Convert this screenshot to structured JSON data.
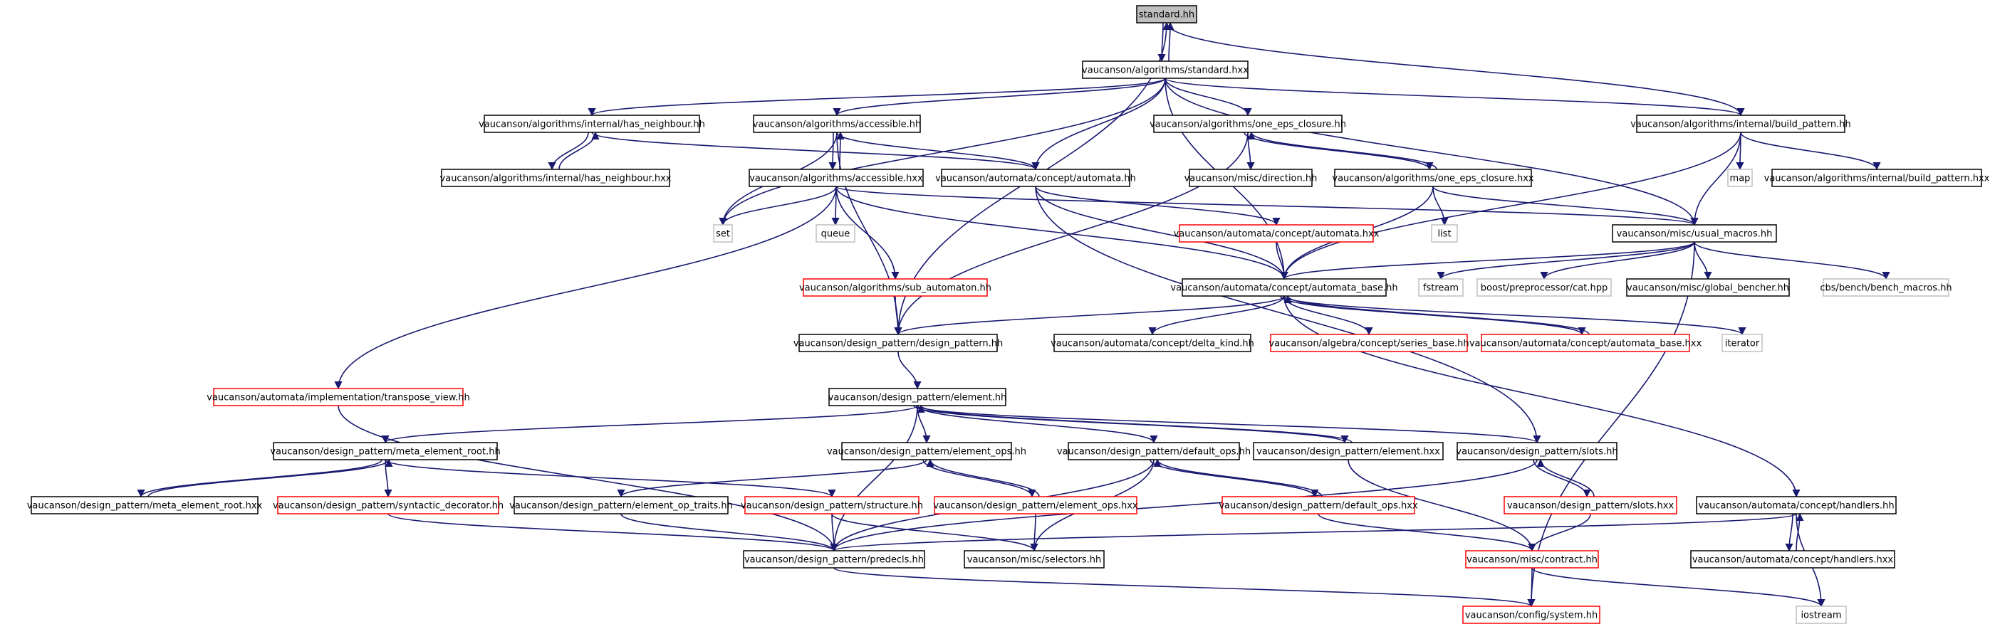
{
  "colors": {
    "edge": "#191970",
    "border_normal": "#000000",
    "border_red": "#ff0000",
    "border_external": "#bfbfbf",
    "fill_root": "#bfbfbf",
    "fill_node": "#ffffff"
  },
  "nodes": {
    "n0": {
      "label": "standard.hh",
      "style": "root"
    },
    "n1": {
      "label": "vaucanson/algorithms/standard.hxx",
      "style": "normal"
    },
    "n2": {
      "label": "vaucanson/algorithms/internal/has_neighbour.hh",
      "style": "normal"
    },
    "n3": {
      "label": "vaucanson/algorithms/internal/has_neighbour.hxx",
      "style": "normal"
    },
    "n4": {
      "label": "vaucanson/algorithms/accessible.hh",
      "style": "normal"
    },
    "n5": {
      "label": "vaucanson/algorithms/accessible.hxx",
      "style": "normal"
    },
    "n6": {
      "label": "vaucanson/automata/concept/automata.hh",
      "style": "normal"
    },
    "n7": {
      "label": "vaucanson/algorithms/one_eps_closure.hh",
      "style": "normal"
    },
    "n8": {
      "label": "vaucanson/algorithms/one_eps_closure.hxx",
      "style": "normal"
    },
    "n9": {
      "label": "vaucanson/misc/direction.hh",
      "style": "normal"
    },
    "n10": {
      "label": "vaucanson/algorithms/internal/build_pattern.hh",
      "style": "normal"
    },
    "n11": {
      "label": "map",
      "style": "external"
    },
    "n12": {
      "label": "vaucanson/algorithms/internal/build_pattern.hxx",
      "style": "normal"
    },
    "n13": {
      "label": "set",
      "style": "external"
    },
    "n14": {
      "label": "queue",
      "style": "external"
    },
    "n15": {
      "label": "vaucanson/automata/concept/automata.hxx",
      "style": "red"
    },
    "n16": {
      "label": "list",
      "style": "external"
    },
    "n17": {
      "label": "vaucanson/misc/usual_macros.hh",
      "style": "normal"
    },
    "n18": {
      "label": "vaucanson/algorithms/sub_automaton.hh",
      "style": "red"
    },
    "n19": {
      "label": "vaucanson/automata/concept/automata_base.hh",
      "style": "normal"
    },
    "n20": {
      "label": "fstream",
      "style": "external"
    },
    "n21": {
      "label": "boost/preprocessor/cat.hpp",
      "style": "external"
    },
    "n22": {
      "label": "vaucanson/misc/global_bencher.hh",
      "style": "normal"
    },
    "n23": {
      "label": "cbs/bench/bench_macros.hh",
      "style": "external"
    },
    "n24": {
      "label": "vaucanson/design_pattern/design_pattern.hh",
      "style": "normal"
    },
    "n25": {
      "label": "vaucanson/automata/concept/delta_kind.hh",
      "style": "normal"
    },
    "n26": {
      "label": "vaucanson/algebra/concept/series_base.hh",
      "style": "red"
    },
    "n27": {
      "label": "vaucanson/automata/concept/automata_base.hxx",
      "style": "red"
    },
    "n28": {
      "label": "iterator",
      "style": "external"
    },
    "n29": {
      "label": "vaucanson/automata/implementation/transpose_view.hh",
      "style": "red"
    },
    "n30": {
      "label": "vaucanson/design_pattern/element.hh",
      "style": "normal"
    },
    "n31": {
      "label": "vaucanson/design_pattern/meta_element_root.hh",
      "style": "normal"
    },
    "n32": {
      "label": "vaucanson/design_pattern/element_ops.hh",
      "style": "normal"
    },
    "n33": {
      "label": "vaucanson/design_pattern/default_ops.hh",
      "style": "normal"
    },
    "n34": {
      "label": "vaucanson/design_pattern/element.hxx",
      "style": "normal"
    },
    "n35": {
      "label": "vaucanson/design_pattern/slots.hh",
      "style": "normal"
    },
    "n36": {
      "label": "vaucanson/design_pattern/meta_element_root.hxx",
      "style": "normal"
    },
    "n37": {
      "label": "vaucanson/design_pattern/syntactic_decorator.hh",
      "style": "red"
    },
    "n38": {
      "label": "vaucanson/design_pattern/element_op_traits.hh",
      "style": "normal"
    },
    "n39": {
      "label": "vaucanson/design_pattern/structure.hh",
      "style": "red"
    },
    "n40": {
      "label": "vaucanson/design_pattern/element_ops.hxx",
      "style": "red"
    },
    "n41": {
      "label": "vaucanson/design_pattern/default_ops.hxx",
      "style": "red"
    },
    "n42": {
      "label": "vaucanson/design_pattern/slots.hxx",
      "style": "red"
    },
    "n43": {
      "label": "vaucanson/automata/concept/handlers.hh",
      "style": "normal"
    },
    "n44": {
      "label": "vaucanson/automata/concept/handlers.hxx",
      "style": "normal"
    },
    "n45": {
      "label": "vaucanson/design_pattern/predecls.hh",
      "style": "normal"
    },
    "n46": {
      "label": "vaucanson/misc/selectors.hh",
      "style": "normal"
    },
    "n47": {
      "label": "vaucanson/misc/contract.hh",
      "style": "red"
    },
    "n48": {
      "label": "vaucanson/config/system.hh",
      "style": "red"
    },
    "n49": {
      "label": "iostream",
      "style": "external"
    }
  }
}
